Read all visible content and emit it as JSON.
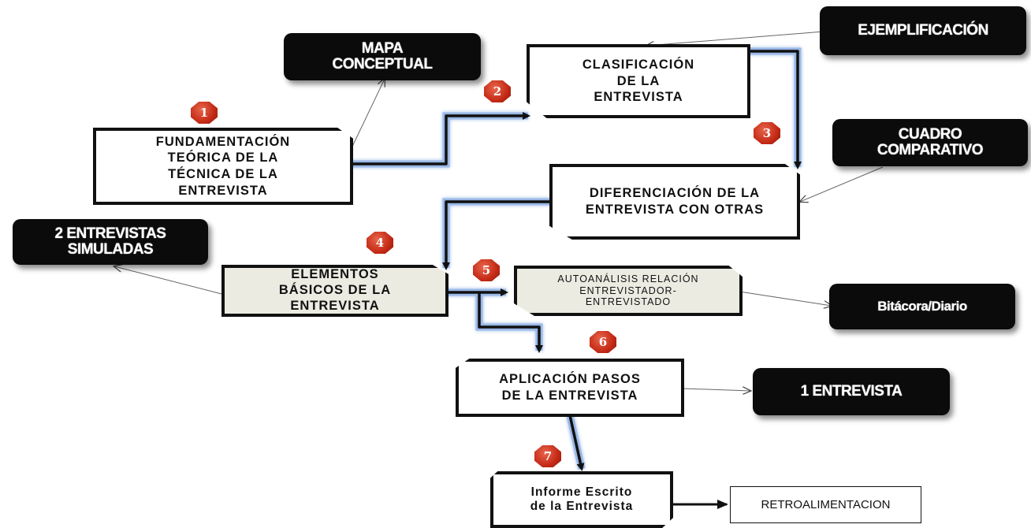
{
  "nodes": {
    "fundamentacion": "FUNDAMENTACIÓN TEÓRICA DE LA TÉCNICA DE LA ENTREVISTA",
    "mapa_conceptual": "MAPA CONCEPTUAL",
    "clasificacion": "CLASIFICACIÓN DE LA ENTREVISTA",
    "ejemplificacion": "EJEMPLIFICACIÓN",
    "cuadro_comparativo": "CUADRO COMPARATIVO",
    "diferenciacion": "DIFERENCIACIÓN DE LA ENTREVISTA CON OTRAS",
    "entrevistas_simuladas": "2 ENTREVISTAS SIMULADAS",
    "elementos": "ELEMENTOS BÁSICOS DE LA ENTREVISTA",
    "autoanalisis": "AUTOANÁLISIS RELACIÓN ENTREVISTADOR-ENTREVISTADO",
    "bitacora": "Bitácora/Diario",
    "aplicacion": "APLICACIÓN PASOS DE LA ENTREVISTA",
    "una_entrevista": "1 ENTREVISTA",
    "informe": "Informe Escrito de la Entrevista",
    "retroalimentacion": "RETROALIMENTACION"
  },
  "badges": [
    "1",
    "2",
    "3",
    "4",
    "5",
    "6",
    "7"
  ],
  "colors": {
    "flow_glow": "#4a7fd4",
    "badge": "#c42a16",
    "beige_fill": "#ecebe2"
  }
}
